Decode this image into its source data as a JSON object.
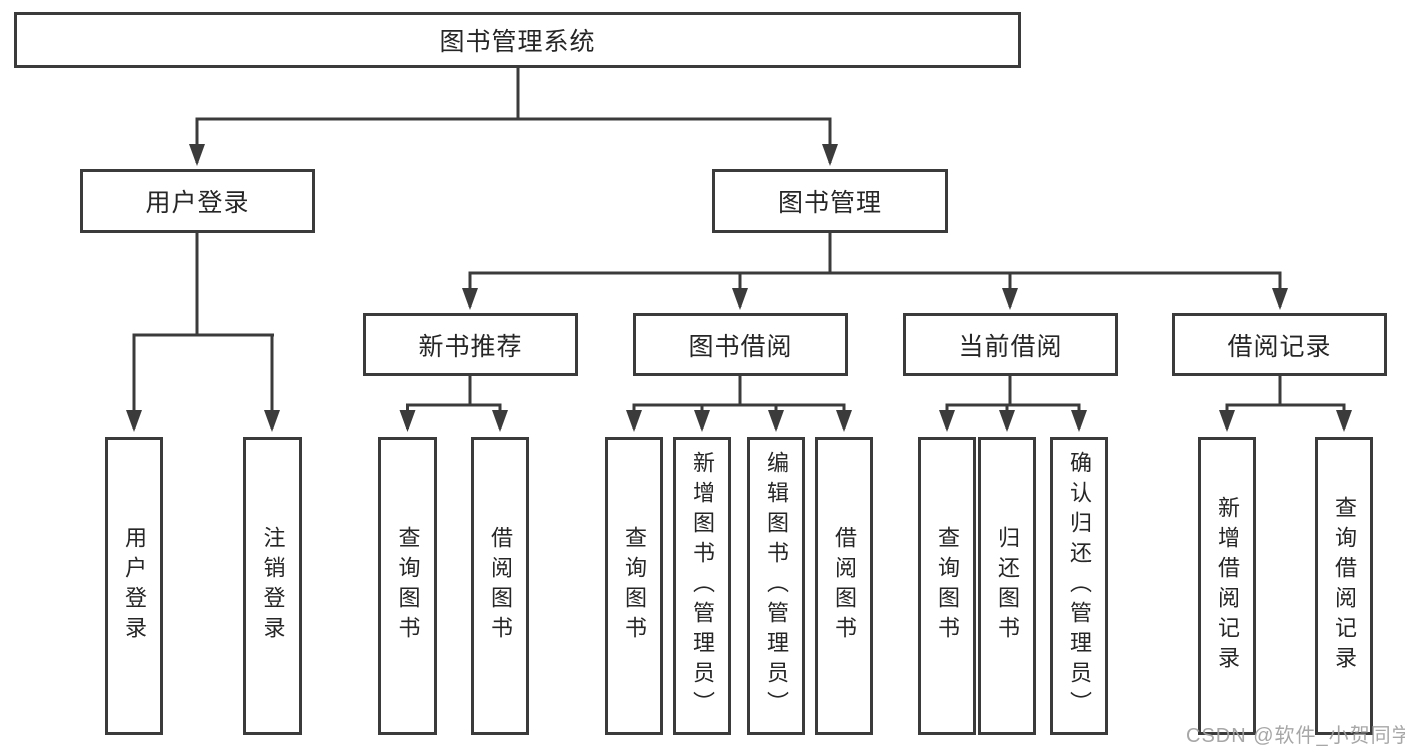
{
  "diagram_title": "图书管理系统",
  "nodes": {
    "root": "图书管理系统",
    "l2_user_login": "用户登录",
    "l2_book_mgmt": "图书管理",
    "l3_new_book_rec": "新书推荐",
    "l3_book_borrow": "图书借阅",
    "l3_current_borrow": "当前借阅",
    "l3_borrow_record": "借阅记录",
    "leaf_user_login": "用户登录",
    "leaf_logout": "注销登录",
    "leaf_search_book_a": "查询图书",
    "leaf_borrow_book_a": "借阅图书",
    "leaf_search_book_b": "查询图书",
    "leaf_add_book": "新增图书（管理员）",
    "leaf_edit_book": "编辑图书（管理员）",
    "leaf_borrow_book_b": "借阅图书",
    "leaf_search_book_c": "查询图书",
    "leaf_return_book": "归还图书",
    "leaf_confirm_return": "确认归还（管理员）",
    "leaf_add_record": "新增借阅记录",
    "leaf_search_record": "查询借阅记录"
  },
  "hierarchy": {
    "图书管理系统": [
      "用户登录",
      "图书管理"
    ],
    "用户登录": [
      "用户登录",
      "注销登录"
    ],
    "图书管理": [
      "新书推荐",
      "图书借阅",
      "当前借阅",
      "借阅记录"
    ],
    "新书推荐": [
      "查询图书",
      "借阅图书"
    ],
    "图书借阅": [
      "查询图书",
      "新增图书（管理员）",
      "编辑图书（管理员）",
      "借阅图书"
    ],
    "当前借阅": [
      "查询图书",
      "归还图书",
      "确认归还（管理员）"
    ],
    "借阅记录": [
      "新增借阅记录",
      "查询借阅记录"
    ]
  },
  "watermark": "CSDN @软件_小贺同学",
  "colors": {
    "line": "#3b3b3b",
    "text": "#262626",
    "background": "#ffffff",
    "watermark": "#a0a0a0"
  }
}
